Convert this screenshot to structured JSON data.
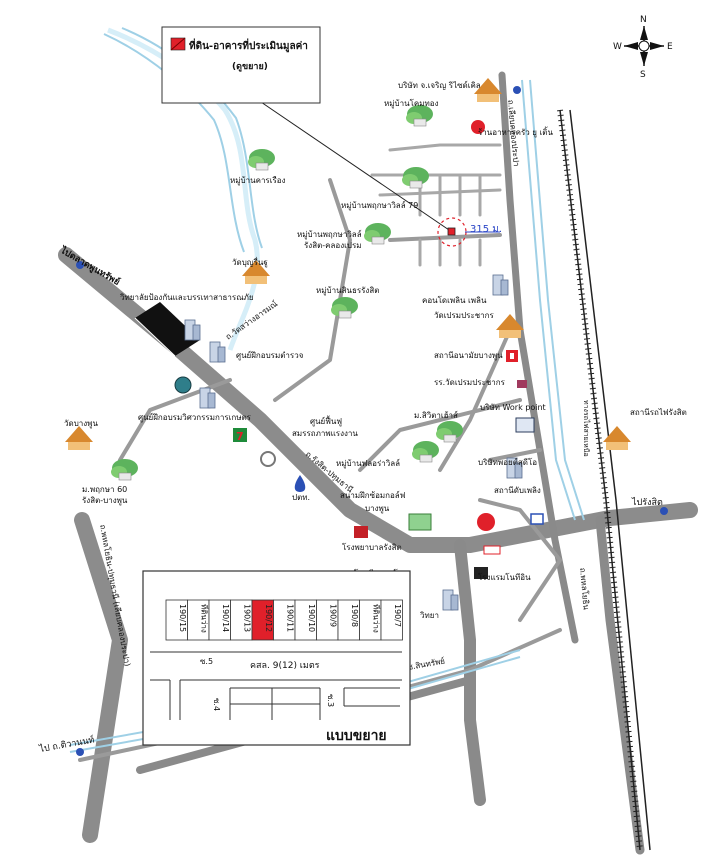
{
  "legend": {
    "title": "ที่ดิน-อาคารที่ประเมินมูลค่า",
    "subtitle": "(ดูขยาย)"
  },
  "compass": {
    "north": "N",
    "south": "S",
    "east": "E",
    "west": "W"
  },
  "distance_label": "315 ม.",
  "roads": {
    "to_talad_phun": "ไปตลาดพูนทรัพย์",
    "to_rangsit": "ไปรังสิต",
    "to_tiwanon": "ไป ถ.ติวานนท์",
    "rangsit_pathum": "ถ.รังสิต-ปทุมธานี",
    "wat_sawang": "ถ.วัดสว่างอารมณ์",
    "khlong_prapa_left": "ถ.พหลโยธิน-ปทุมธานี (เลียบคลองประปา)",
    "khlong_prapa_right": "ถ.เลียบคลองประปา",
    "phahonyothin": "ถ.พหลโยธิน",
    "soi_label": "ซ.สินทรัพย์"
  },
  "places": {
    "company_charoen": "บริษัท จ.เจริญ ริไซด์เคิล",
    "ban_sombat": "หมู่บ้านโคมทอง",
    "restaurant": "ร้านอาหารครัว ยู เติ้น",
    "ban_karn": "หมู่บ้านคารเรือง",
    "ban_prueksa79": "หมู่บ้านพฤกษาวิลล์ 79",
    "ban_prueksa_ville": "หมู่บ้านพฤกษาวิลล์",
    "ban_prueksa_ville_sub": "รังสิต-คลองเปรม",
    "ban_sirin": "หมู่บ้านสินธรรังสิต",
    "wat_boon": "วัดบุญรื่นฐู",
    "college": "วิทยาลัยป้องกันและบรรเทาสาธารณภัย",
    "police_center": "ศูนย์ฝึกอบรมตำรวจ",
    "training_center": "ศูนย์ฝึกอบรมวิศวกรรมการเกษตร",
    "wat_bangphun": "วัดบางพูน",
    "ban_pruksa60": "ม.พฤกษา 60",
    "ban_pruksa60_sub": "รังสิต-บางพูน",
    "restore_center": "ศูนย์ฟื้นฟู",
    "restore_center_sub": "สมรรถภาพแรงงาน",
    "ptt": "ปตท.",
    "ban_floraville": "หมู่บ้านฟลอร่าวิลล์",
    "golf": "สนามฝึกซ้อมกอล์ฟ",
    "golf_sub": "บางพูน",
    "condo": "คอนโดเพลิน เพลิน",
    "wat_prem": "วัดเปรมประชากร",
    "health_station": "สถานีอนามัยบางพูน",
    "school_prem": "รร.วัดเปรมประชากร",
    "ban_sivika": "ม.สิวิตาเฮ้าส์",
    "work_point": "บริษัท Work point",
    "company_drill": "บริษัทพอยต์สุดีโอ",
    "fire_station": "สถานีดับเพลิง",
    "hotel": "โรงแรมโนทีอิน",
    "hospital": "โรงพยาบาลรังสิต",
    "station_rangsit": "สถานีรถไฟรังสิต",
    "railway": "ทางรถไฟสายเหนือ",
    "mayo": "โรงเรียนมาโย",
    "school_right": "วิทยา"
  },
  "inset": {
    "title": "แบบขยาย",
    "road_label": "คสล. 9(12) เมตร",
    "soi5": "ซ.5",
    "soi4": "ซ.4",
    "soi3": "ซ.3",
    "plots": [
      "190/15",
      "190/14",
      "190/13",
      "190/12",
      "190/11",
      "190/10",
      "190/9",
      "190/8",
      "190/7"
    ],
    "vacant1": "ที่ดินว่าง",
    "vacant2": "ที่ดินว่าง",
    "highlight_plot": "190/12",
    "highlight_color": "#e0202a"
  },
  "colors": {
    "road": "#8c8c8c",
    "river": "#9fd0e6",
    "highlight": "#e0202a",
    "tree": "#5db35d"
  }
}
